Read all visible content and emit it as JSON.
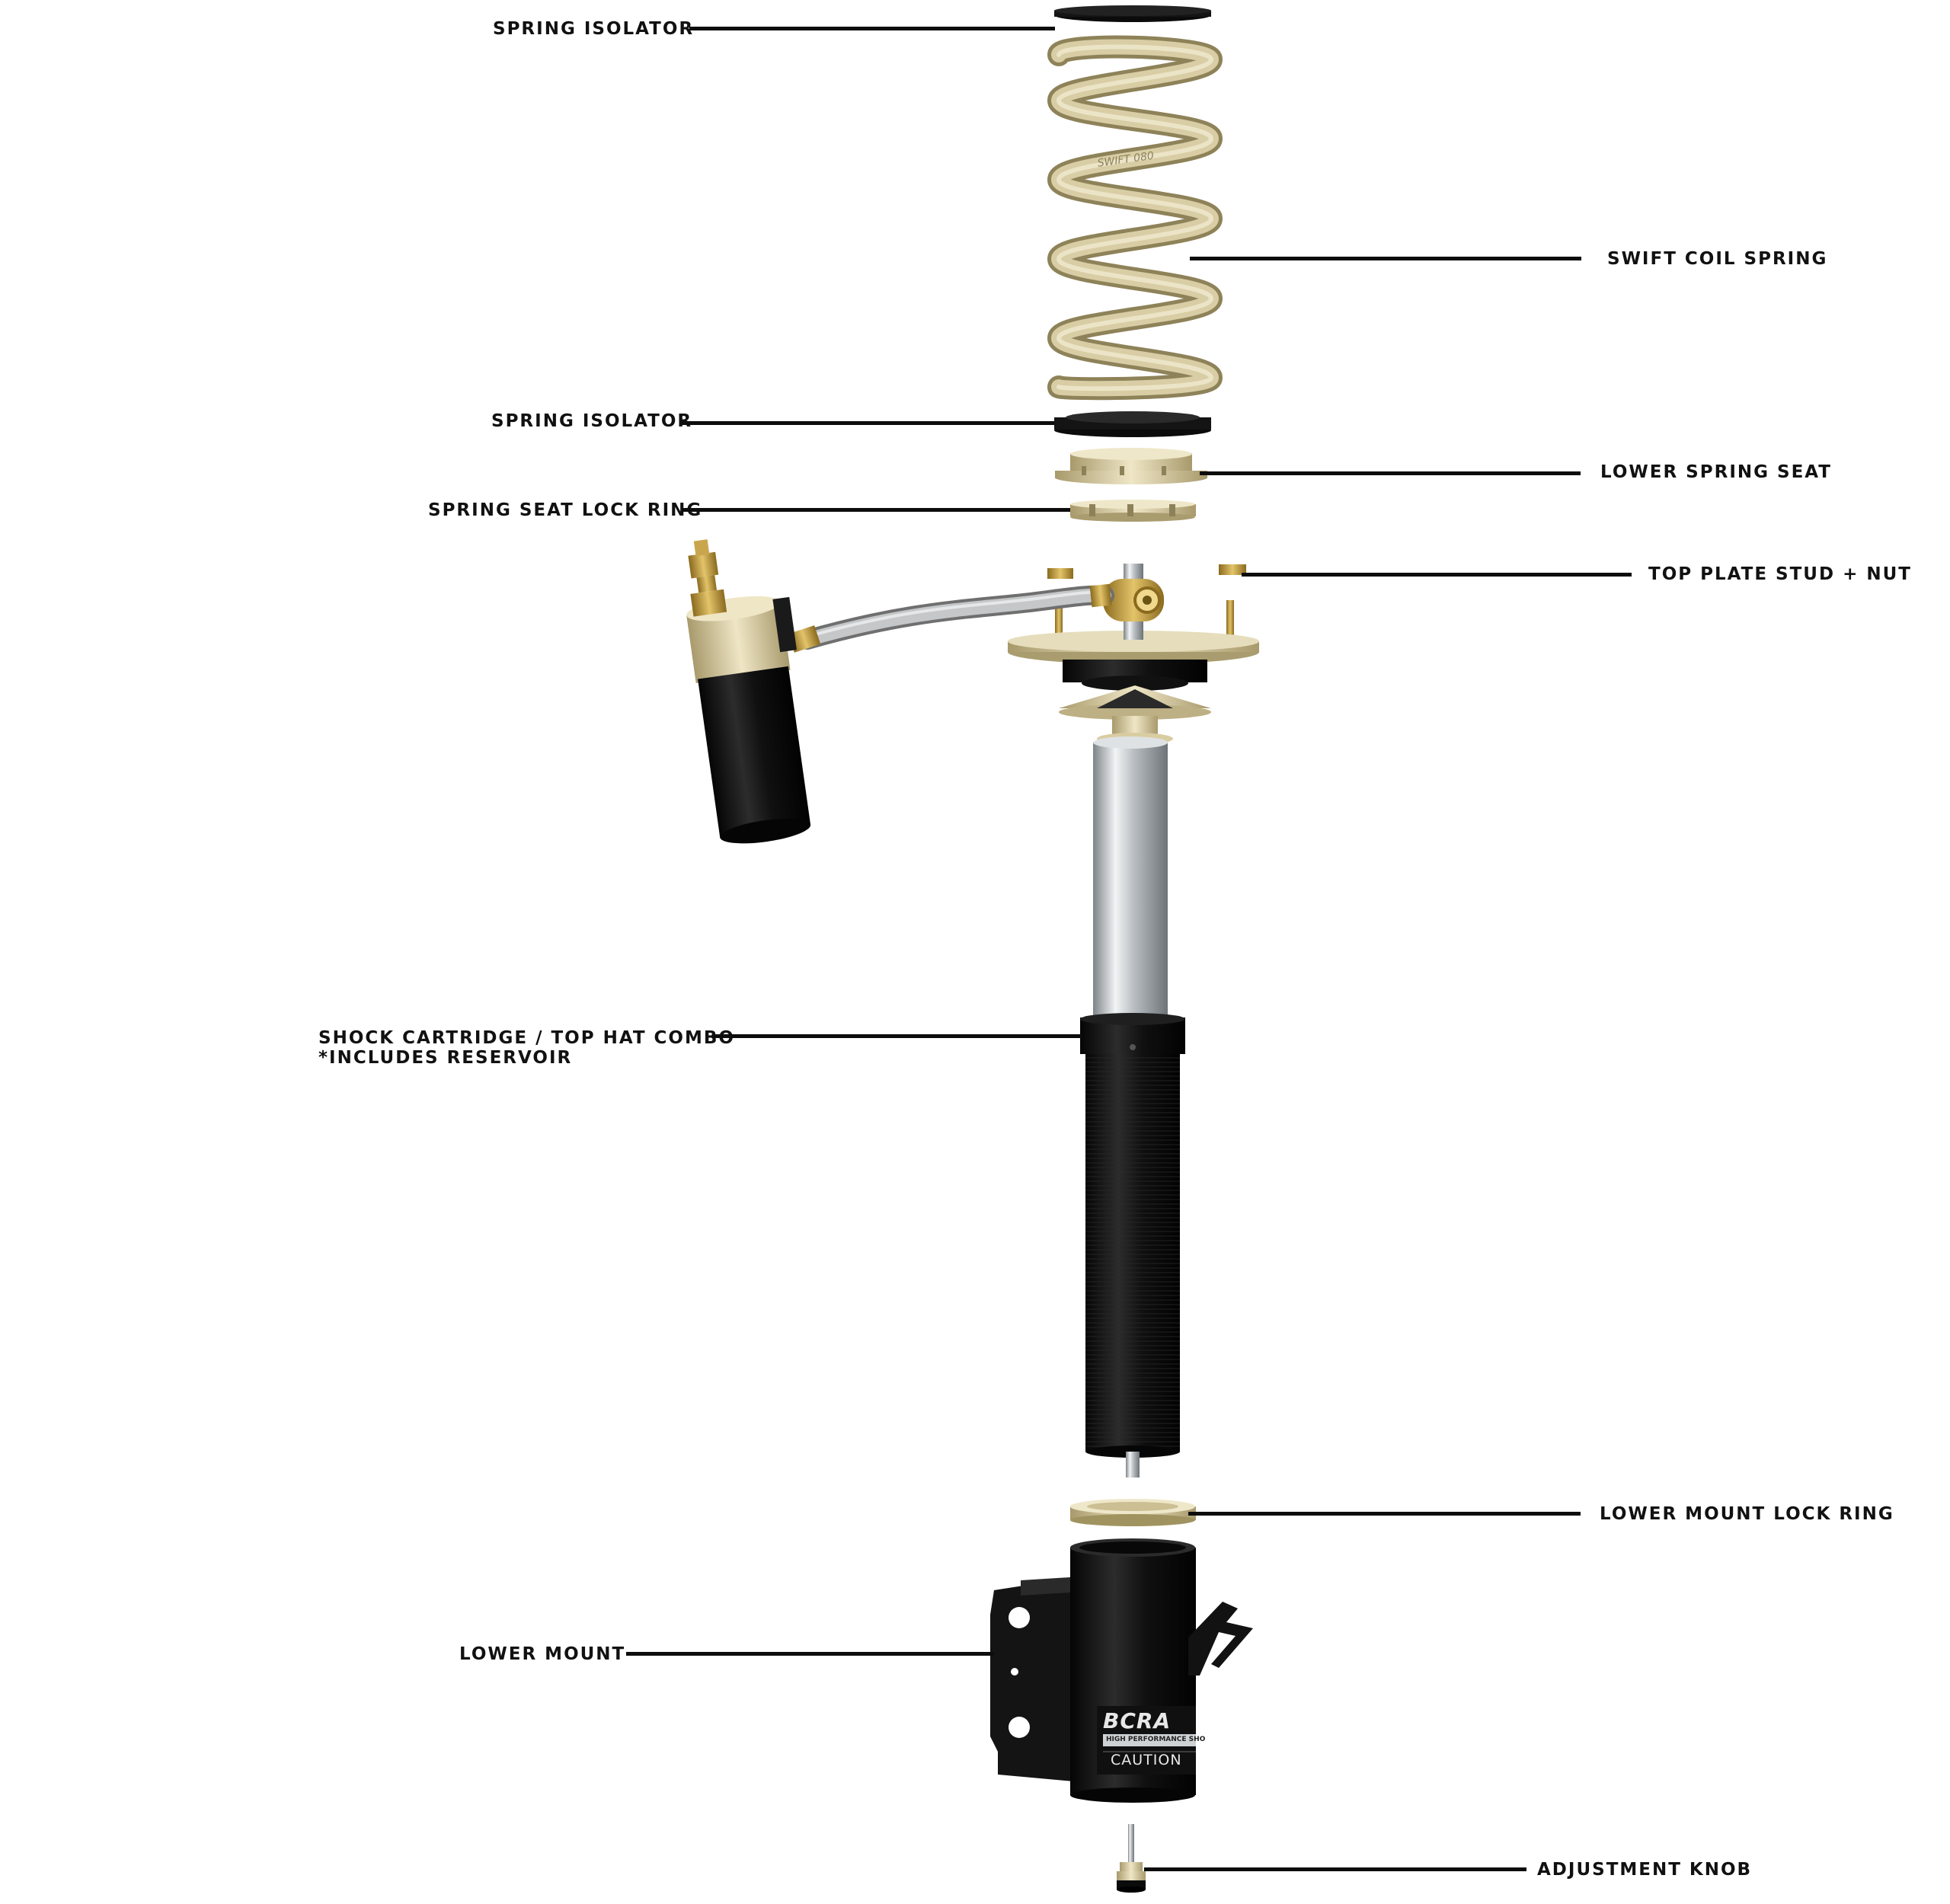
{
  "labels": {
    "spring_isolator_top": "SPRING ISOLATOR",
    "swift_coil_spring": "SWIFT COIL SPRING",
    "spring_isolator_bottom": "SPRING ISOLATOR",
    "lower_spring_seat": "LOWER SPRING SEAT",
    "spring_seat_lock_ring": "SPRING SEAT LOCK RING",
    "top_plate_stud_nut": "TOP PLATE STUD + NUT",
    "shock_cartridge_line1": "SHOCK CARTRIDGE / TOP HAT COMBO",
    "shock_cartridge_line2": "*INCLUDES RESERVOIR",
    "lower_mount_lock_ring": "LOWER MOUNT LOCK RING",
    "lower_mount": "LOWER MOUNT",
    "adjustment_knob": "ADJUSTMENT KNOB"
  },
  "mount_decal": {
    "brand": "BCRA",
    "tagline": "HIGH PERFORMANCE SHO",
    "warning": "CAUTION"
  },
  "spring_print": "SWIFT 080",
  "colors": {
    "gold": "#c9bd93",
    "gold_light": "#e4dbb8",
    "black": "#0e0e0e",
    "silver": "#c8cccf",
    "brass": "#b8963a"
  }
}
